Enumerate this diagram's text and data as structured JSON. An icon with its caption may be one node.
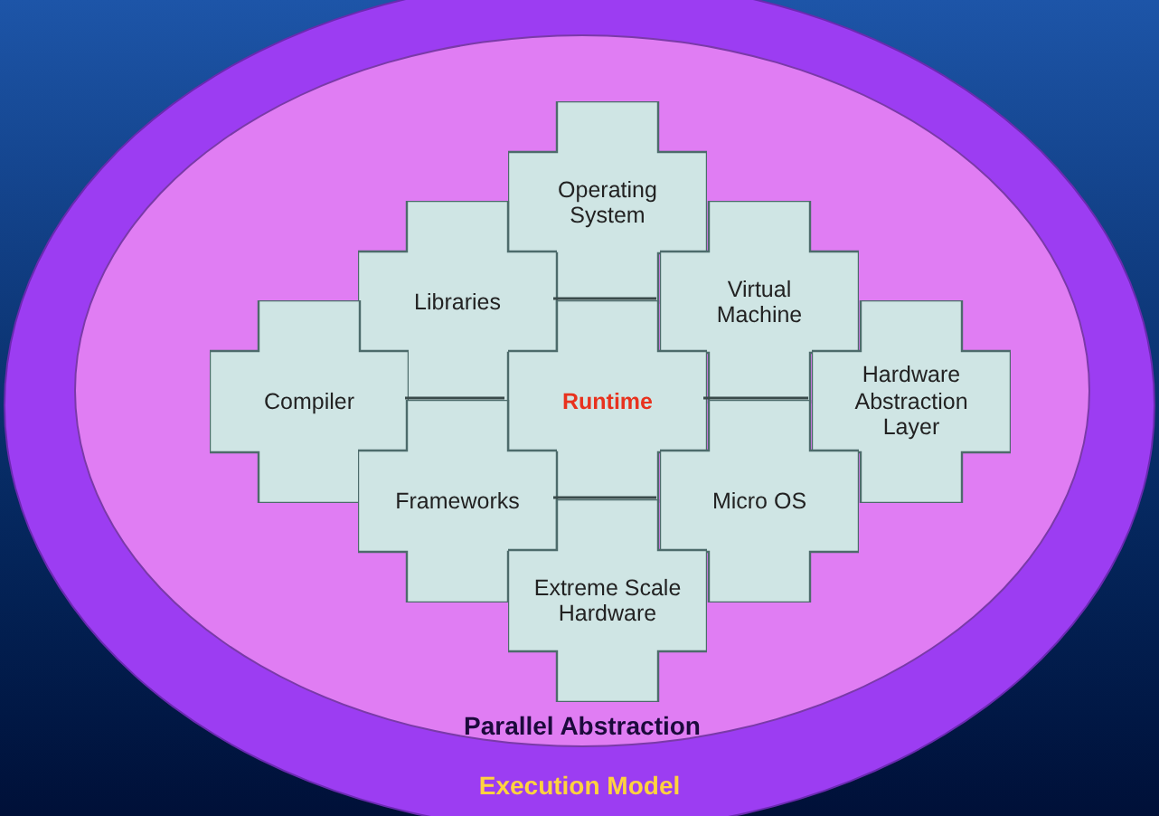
{
  "diagram": {
    "nodes": [
      {
        "text": [
          "Execution Model"
        ]
      },
      {
        "text": [
          "Parallel Abstraction"
        ],
        "in": 0
      },
      {
        "text": [
          "Operating System"
        ],
        "in": 1
      },
      {
        "text": [
          "Libraries"
        ],
        "in": 1
      },
      {
        "text": [
          "Virtual Machine"
        ],
        "in": 1
      },
      {
        "text": [
          "Compiler"
        ],
        "in": 1
      },
      {
        "text": [
          "Runtime"
        ],
        "in": 1
      },
      {
        "text": [
          "Hardware Abstraction Layer"
        ],
        "in": 1
      },
      {
        "text": [
          "Frameworks"
        ],
        "in": 1
      },
      {
        "text": [
          "Micro OS"
        ],
        "in": 1
      },
      {
        "text": [
          "Extreme Scale Hardware"
        ],
        "in": 1
      }
    ],
    "edges": [
      {
        "from": 5,
        "to": 6,
        "arrow": "none"
      },
      {
        "from": 6,
        "to": 7,
        "arrow": "none"
      },
      {
        "from": 3,
        "to": 4,
        "arrow": "none"
      },
      {
        "from": 8,
        "to": 9,
        "arrow": "none"
      }
    ]
  }
}
